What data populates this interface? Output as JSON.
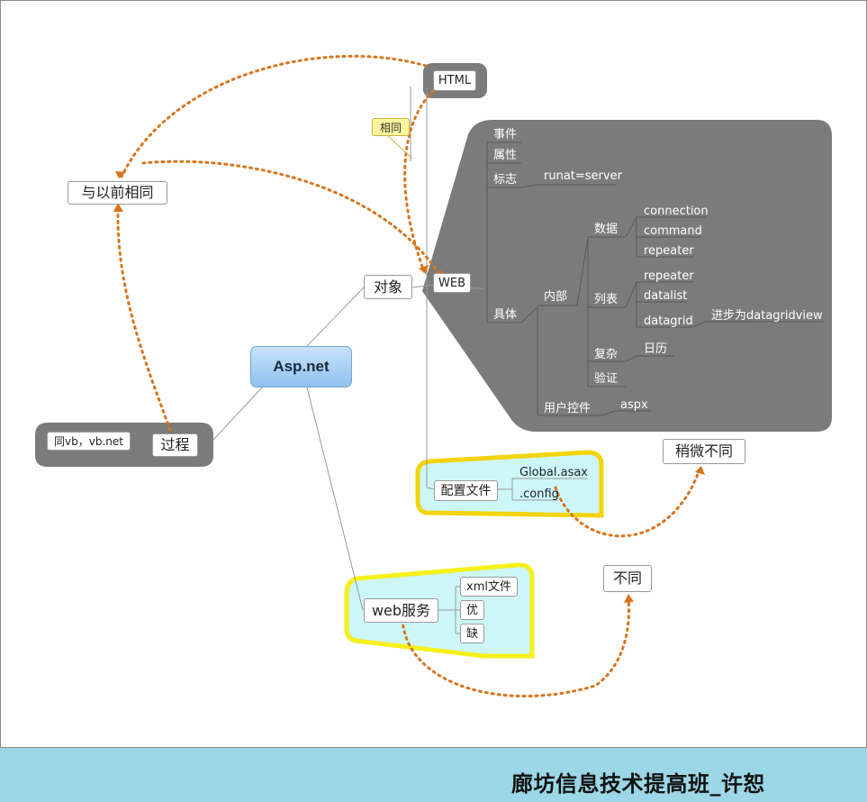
{
  "title_footer": "廊坊信息技术提高班_许恕",
  "root": "Asp.net",
  "nodes": {
    "object": "对象",
    "web": "WEB",
    "html": "HTML",
    "same_callout": "相同",
    "same_as_before": "与以前相同",
    "process": "过程",
    "same_vb": "同vb，vb.net",
    "event": "事件",
    "property": "属性",
    "tag": "标志",
    "runat": "runat=server",
    "concrete": "具体",
    "internal": "内部",
    "data": "数据",
    "connection": "connection",
    "command": "command",
    "repeater1": "repeater",
    "list": "列表",
    "repeater2": "repeater",
    "datalist": "datalist",
    "datagrid": "datagrid",
    "advance": "进步为datagridview",
    "complex": "复杂",
    "calendar": "日历",
    "validate": "验证",
    "user_control": "用户控件",
    "aspx": "aspx",
    "config_file": "配置文件",
    "global_asax": "Global.asax",
    "dot_config": ".config",
    "slightly_diff": "稍微不同",
    "web_service": "web服务",
    "xml_file": "xml文件",
    "pro": "优",
    "con": "缺",
    "different": "不同"
  },
  "colors": {
    "gray_region": "#7b7b7b",
    "yellow_border": "#f2d40c",
    "yellow_border2": "#f5f01a",
    "cyan_fill": "#cdf6f8",
    "dotted_arrow": "#d9741c",
    "footer_bg": "#9bd7e6"
  }
}
